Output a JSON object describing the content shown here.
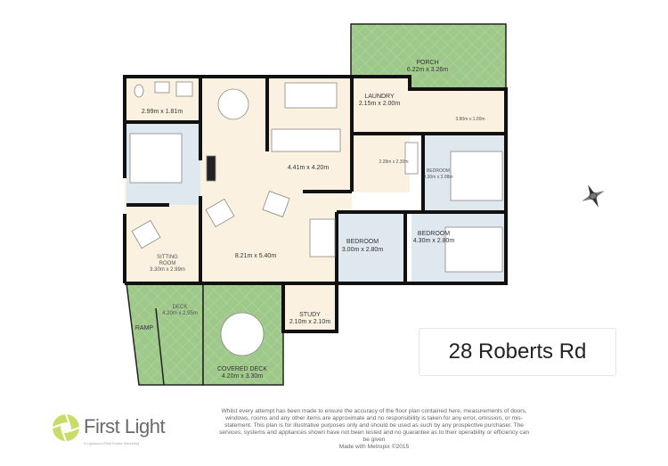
{
  "rooms": {
    "porch": {
      "name": "PORCH",
      "size": "6.22m x 3.26m"
    },
    "laundry": {
      "name": "LAUNDRY",
      "size": "2.15m x 2.00m"
    },
    "bathroom_top_left": {
      "size": "2.99m x 1.81m"
    },
    "bathroom_top_right": {
      "size": "3.80m x 1.00m"
    },
    "bathroom_mid": {
      "size": "2.28m x 2.30m"
    },
    "kitchen": {
      "size": "4.41m x 4.20m"
    },
    "bedroom_right_top": {
      "name": "BEDROOM",
      "size": "3.30m x 3.08m"
    },
    "bedroom_mid": {
      "name": "BEDROOM",
      "size": "3.00m x 2.80m"
    },
    "bedroom_right": {
      "name": "BEDROOM",
      "size": "4.30m x 2.80m"
    },
    "living": {
      "size": "8.21m x 5.40m"
    },
    "sitting": {
      "name1": "SITTING",
      "name2": "ROOM",
      "size": "3.30m x 2.99m"
    },
    "deck": {
      "name": "DECK",
      "size": "4.20m x 2.95m"
    },
    "ramp": {
      "name": "RAMP"
    },
    "covered_deck": {
      "name": "COVERED DECK",
      "size": "4.20m x 3.30m"
    },
    "study": {
      "name": "STUDY",
      "size": "2.10m x 2.10m"
    }
  },
  "address": "28 Roberts Rd",
  "logo": {
    "name": "First Light",
    "tagline": "A Lightwood Real Estate Marketing"
  },
  "disclaimer": "Whilst every attempt has been made to ensure the accuracy of the floor plan contained here, measurements of doors, windows, rooms and any other items are approximate and no responsibility is taken for any error, omission, or mis-statement. This plan is for illustrative purposes only and should be used as such by any prospective purchaser. The services, systems and appliances shown have not been tested and no guarantee as to their operability or efficiency can be given",
  "credit": "Made with Metropix ©2015",
  "colors": {
    "floor": "#fbf1e1",
    "bedroom": "#dfe7ef",
    "deck": "#9fc98a",
    "wall": "#111111",
    "logo": "#c9dc6a"
  }
}
